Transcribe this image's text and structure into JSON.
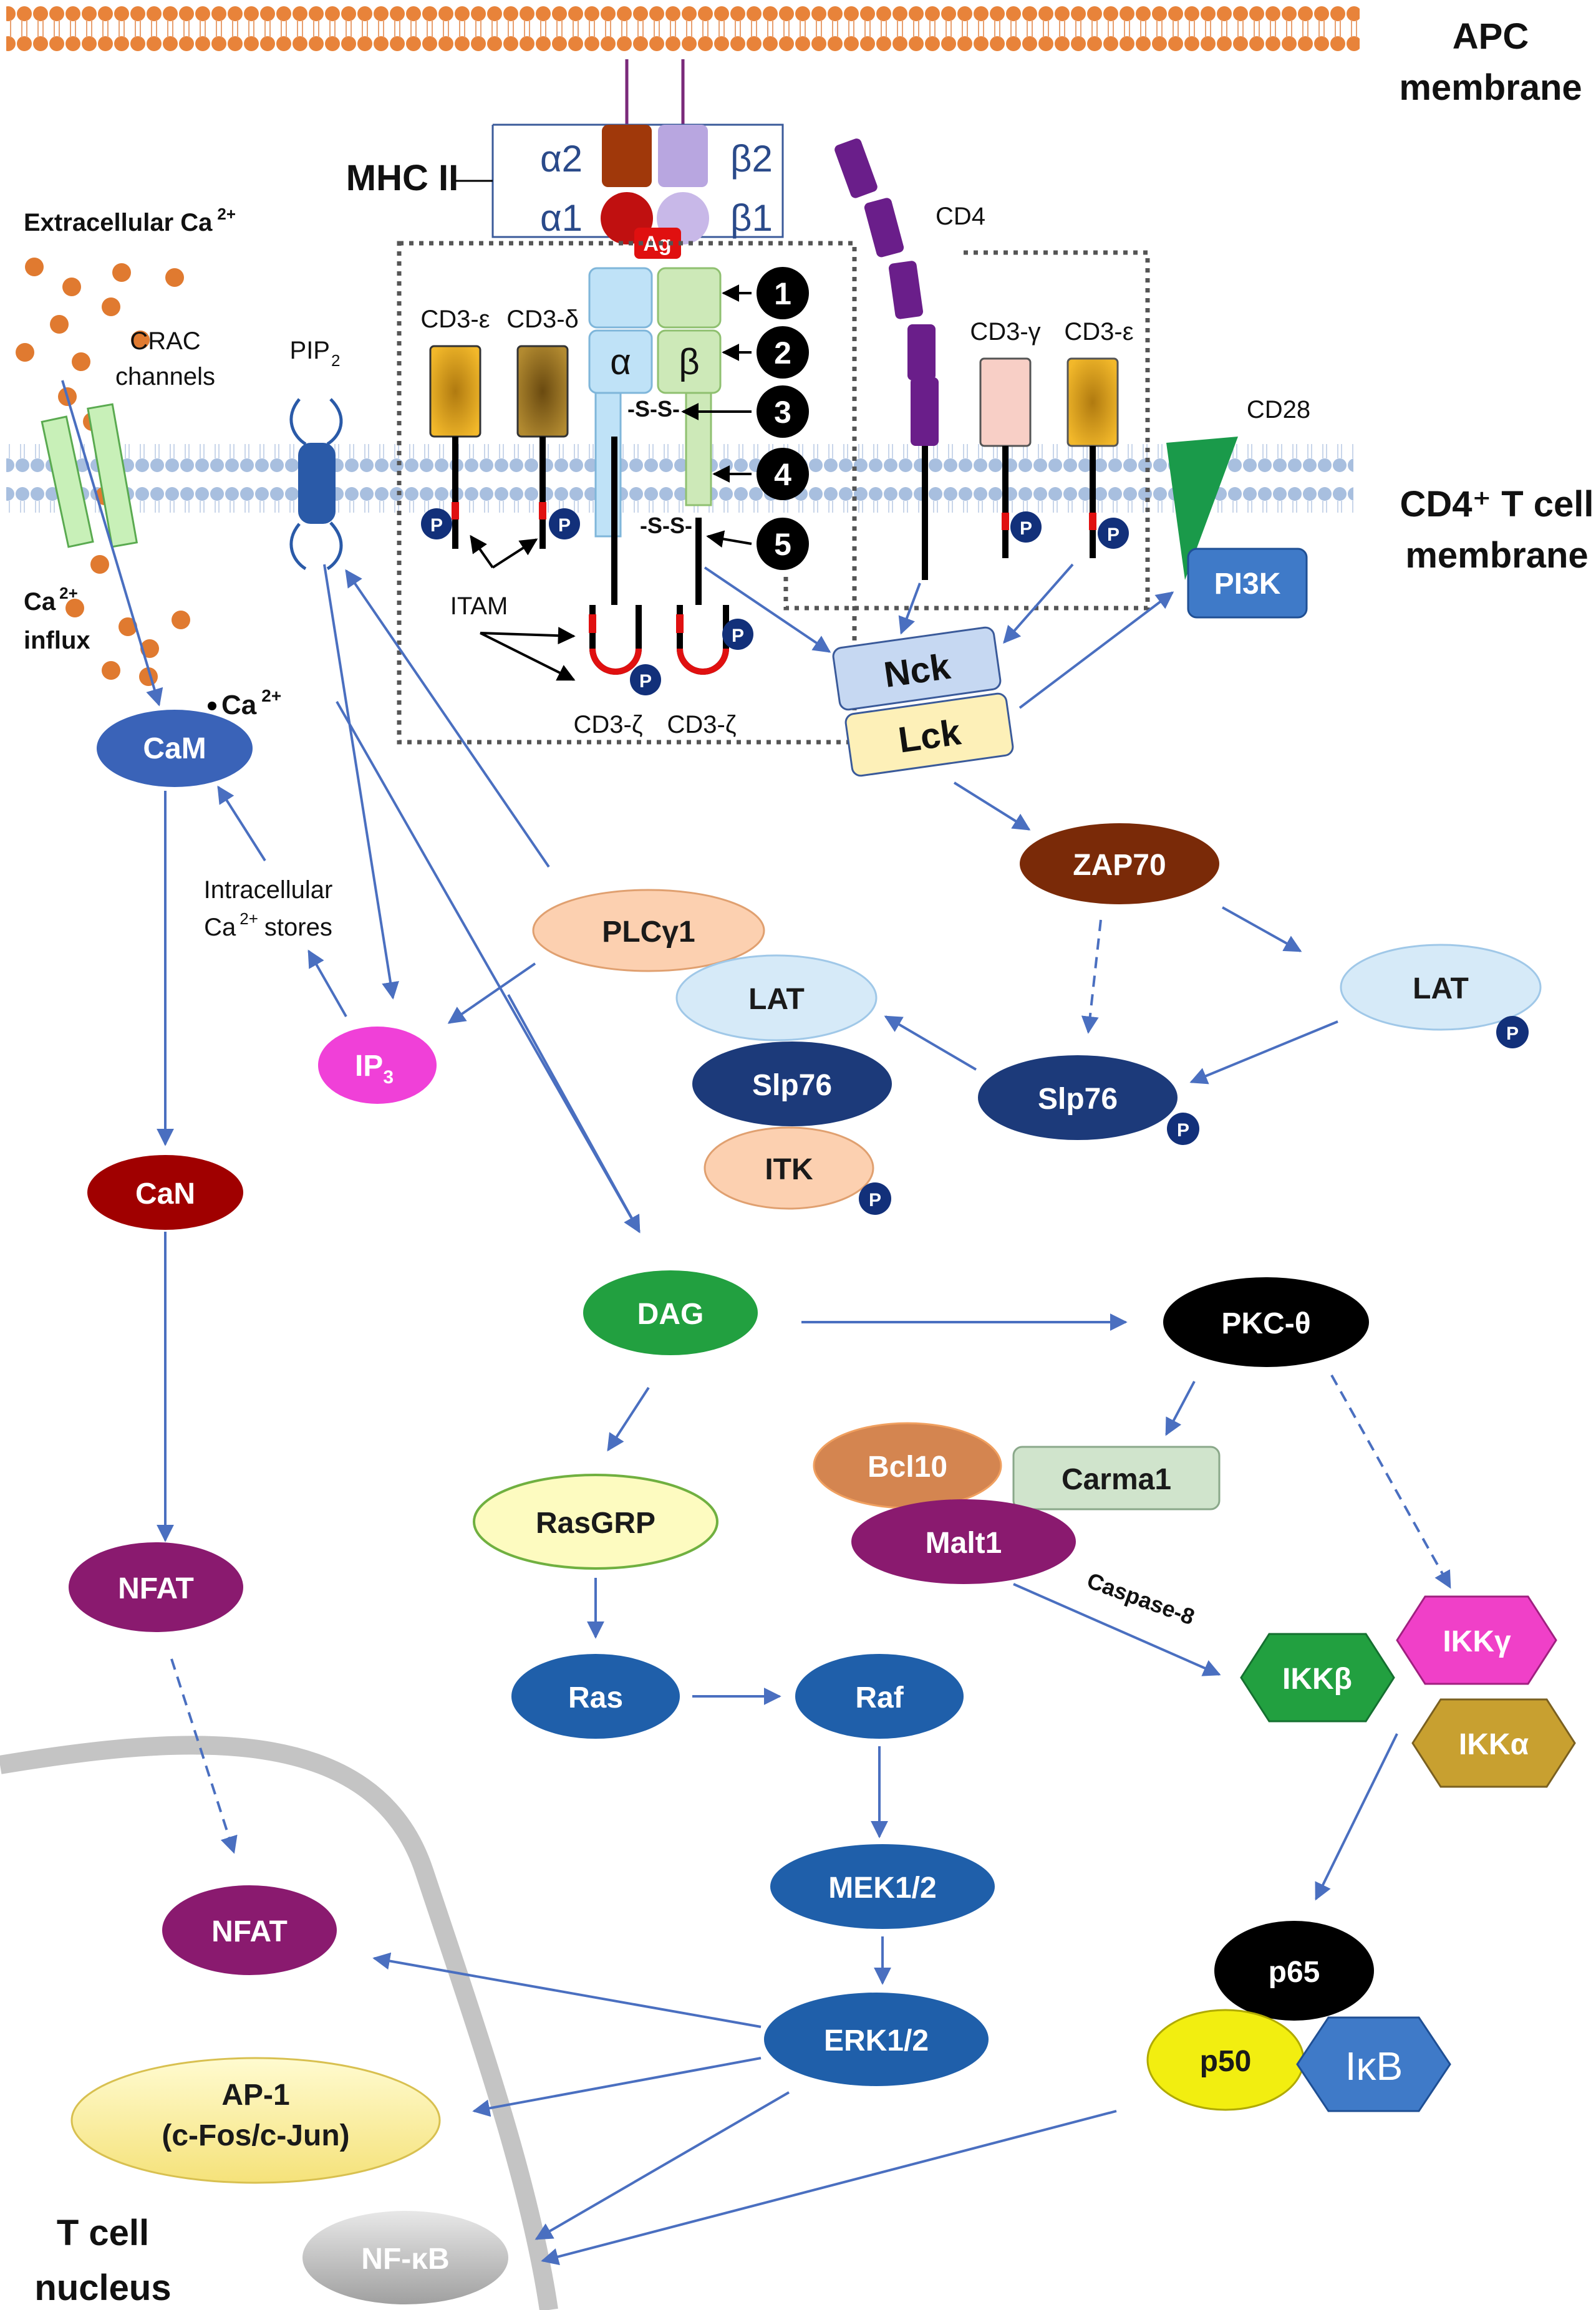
{
  "membranes": {
    "apc": "APC membrane",
    "apc_line1": "APC",
    "apc_line2": "membrane",
    "tcell_line1": "CD4⁺ T cell",
    "tcell_line2": "membrane",
    "nucleus_line1": "T cell",
    "nucleus_line2": "nucleus"
  },
  "receptor": {
    "mhc": "MHC II",
    "alpha2": "α2",
    "alpha1": "α1",
    "beta2": "β2",
    "beta1": "β1",
    "ag": "Ag",
    "tcr_alpha": "α",
    "tcr_beta": "β",
    "ss1": "-S-S-",
    "ss2": "-S-S-",
    "cd4": "CD4",
    "cd28": "CD28",
    "cd3_eps_left": "CD3-ε",
    "cd3_delta": "CD3-δ",
    "cd3_gamma": "CD3-γ",
    "cd3_eps_right": "CD3-ε",
    "cd3_zeta_left": "CD3-ζ",
    "cd3_zeta_right": "CD3-ζ",
    "itam": "ITAM",
    "p": "P",
    "numbers": [
      "1",
      "2",
      "3",
      "4",
      "5"
    ]
  },
  "calcium": {
    "extracellular": "Extracellular Ca",
    "extracellular_sup": "2+",
    "crac_line1": "CRAC",
    "crac_line2": "channels",
    "pip2": "PIP",
    "pip2_sub": "2",
    "influx_ca": "Ca",
    "influx_sup": "2+",
    "influx": "influx",
    "ca_label": "Ca",
    "ca_sup": "2+",
    "stores_line1": "Intracellular",
    "stores_line2_ca": "Ca",
    "stores_line2_sup": "2+",
    "stores_line2_rest": "stores"
  },
  "nodes": {
    "cam": "CaM",
    "can": "CaN",
    "nfat": "NFAT",
    "nfat_nucleus": "NFAT",
    "ip3": "IP",
    "ip3_sub": "3",
    "plcg1": "PLCγ1",
    "lat_complex": "LAT",
    "slp76_complex": "Slp76",
    "itk": "ITK",
    "nck": "Nck",
    "lck": "Lck",
    "pi3k": "PI3K",
    "zap70": "ZAP70",
    "lat_p": "LAT",
    "slp76_p": "Slp76",
    "dag": "DAG",
    "pkc": "PKC-θ",
    "rasgrp": "RasGRP",
    "ras": "Ras",
    "raf": "Raf",
    "mek": "MEK1/2",
    "erk": "ERK1/2",
    "bcl10": "Bcl10",
    "carma1": "Carma1",
    "malt1": "Malt1",
    "caspase8": "Caspase-8",
    "ikkb": "IKKβ",
    "ikkg": "IKKγ",
    "ikka": "IKKα",
    "p65": "p65",
    "p50": "p50",
    "ikb": "IκB",
    "ap1_line1": "AP-1",
    "ap1_line2": "(c-Fos/c-Jun)",
    "nfkb": "NF-κB"
  },
  "colors": {
    "arrow": "#4a6fc0",
    "membrane": "#e8833a",
    "tcell_membrane": "#a8bfdf",
    "cam": "#3a63b8",
    "can": "#a00000",
    "nfat": "#8a1a6f",
    "ip3": "#f040d8",
    "zap70": "#7a2a08",
    "dag": "#22a040",
    "pkc": "#000000",
    "blue_node": "#1f5faa",
    "dark_blue": "#1c3a7a"
  }
}
